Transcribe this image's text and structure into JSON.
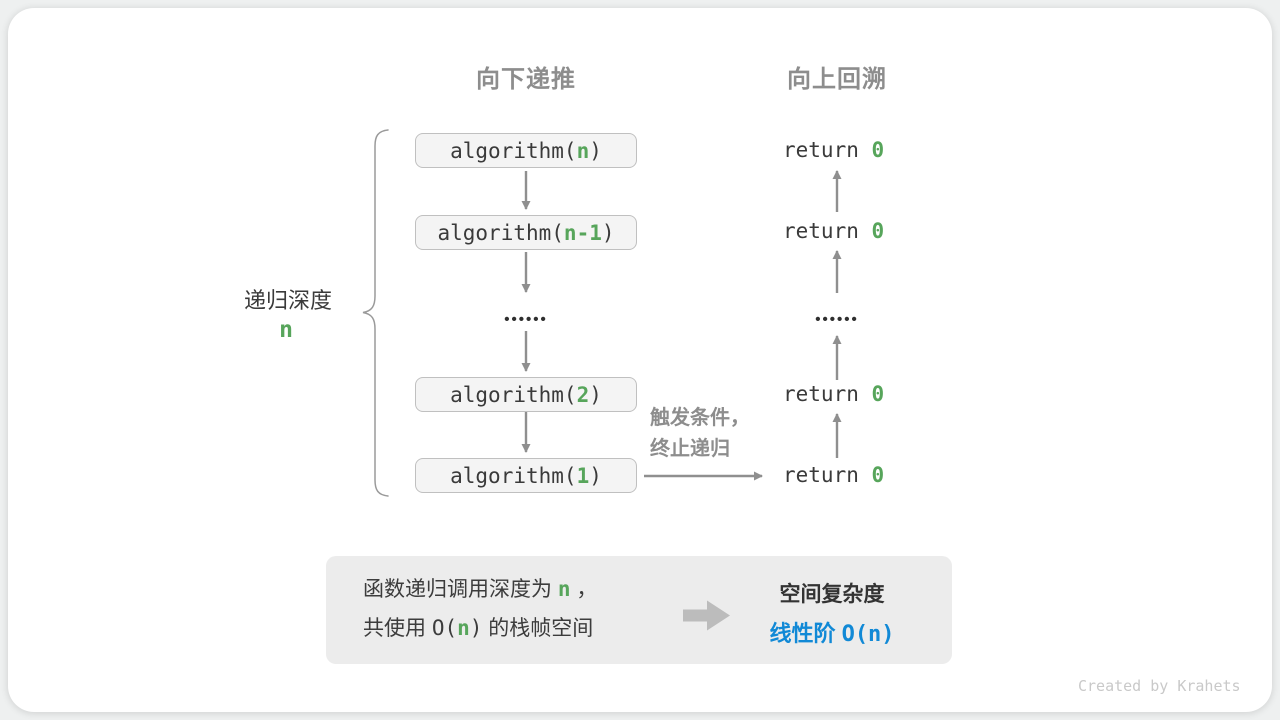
{
  "headers": {
    "down": "向下递推",
    "up": "向上回溯"
  },
  "depth": {
    "label": "递归深度",
    "value": "n"
  },
  "calls": [
    {
      "pre": "algorithm(",
      "arg": "n",
      "post": ")"
    },
    {
      "pre": "algorithm(",
      "arg": "n-1",
      "post": ")"
    },
    {
      "pre": "algorithm(",
      "arg": "2",
      "post": ")"
    },
    {
      "pre": "algorithm(",
      "arg": "1",
      "post": ")"
    }
  ],
  "ellipsis_left": "••••••",
  "ellipsis_right": "••••••",
  "returns": [
    {
      "pre": "return ",
      "val": "0"
    },
    {
      "pre": "return ",
      "val": "0"
    },
    {
      "pre": "return ",
      "val": "0"
    },
    {
      "pre": "return ",
      "val": "0"
    }
  ],
  "annotation": {
    "line1": "触发条件，",
    "line2": "终止递归"
  },
  "summary": {
    "line1": {
      "pre": "函数递归调用深度为 ",
      "var": "n",
      "post": " ，"
    },
    "line2": {
      "pre": "共使用 ",
      "open": "O(",
      "var": "n",
      "close": ")",
      "post": " 的栈帧空间"
    },
    "title": "空间复杂度",
    "result_label": "线性阶 ",
    "result_code": "O(n)"
  },
  "credit": "Created by Krahets",
  "colors": {
    "green": "#57a55b",
    "blue": "#1189d6",
    "arrow_gray": "#8f8f8f",
    "header_gray": "#8d8d8d",
    "box_fill": "#f4f4f4",
    "box_border": "#c0c0c0",
    "summary_fill": "#ececec",
    "card": "#ffffff"
  }
}
